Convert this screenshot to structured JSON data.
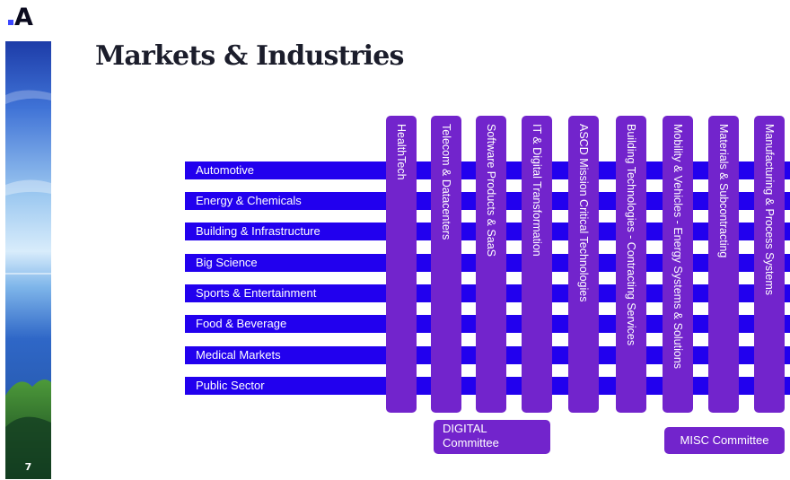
{
  "logo": {
    "text": "A"
  },
  "page_number": "7",
  "title": "Markets & Industries",
  "markets": [
    "Automotive",
    "Energy & Chemicals",
    "Building & Infrastructure",
    "Big Science",
    "Sports & Entertainment",
    "Food & Beverage",
    "Medical Markets",
    "Public Sector"
  ],
  "industries": [
    "HealthTech",
    "Telecom & Datacenters",
    "Software Products & SaaS",
    "IT & Digital Transformation",
    "ASCD  Mission Critical Technologies",
    "Building Technologies - Contracting Services",
    "Mobility & Vehicles - Energy Systems & Solutions",
    "Materials & Subcontracting",
    "Manufacturing & Process  Systems"
  ],
  "committees": {
    "digital_line1": "DIGITAL",
    "digital_line2": "Committee",
    "misc": "MISC Committee"
  },
  "colors": {
    "market_bar": "#2200ee",
    "industry_column": "#7224cc",
    "title": "#1b1d2b"
  }
}
